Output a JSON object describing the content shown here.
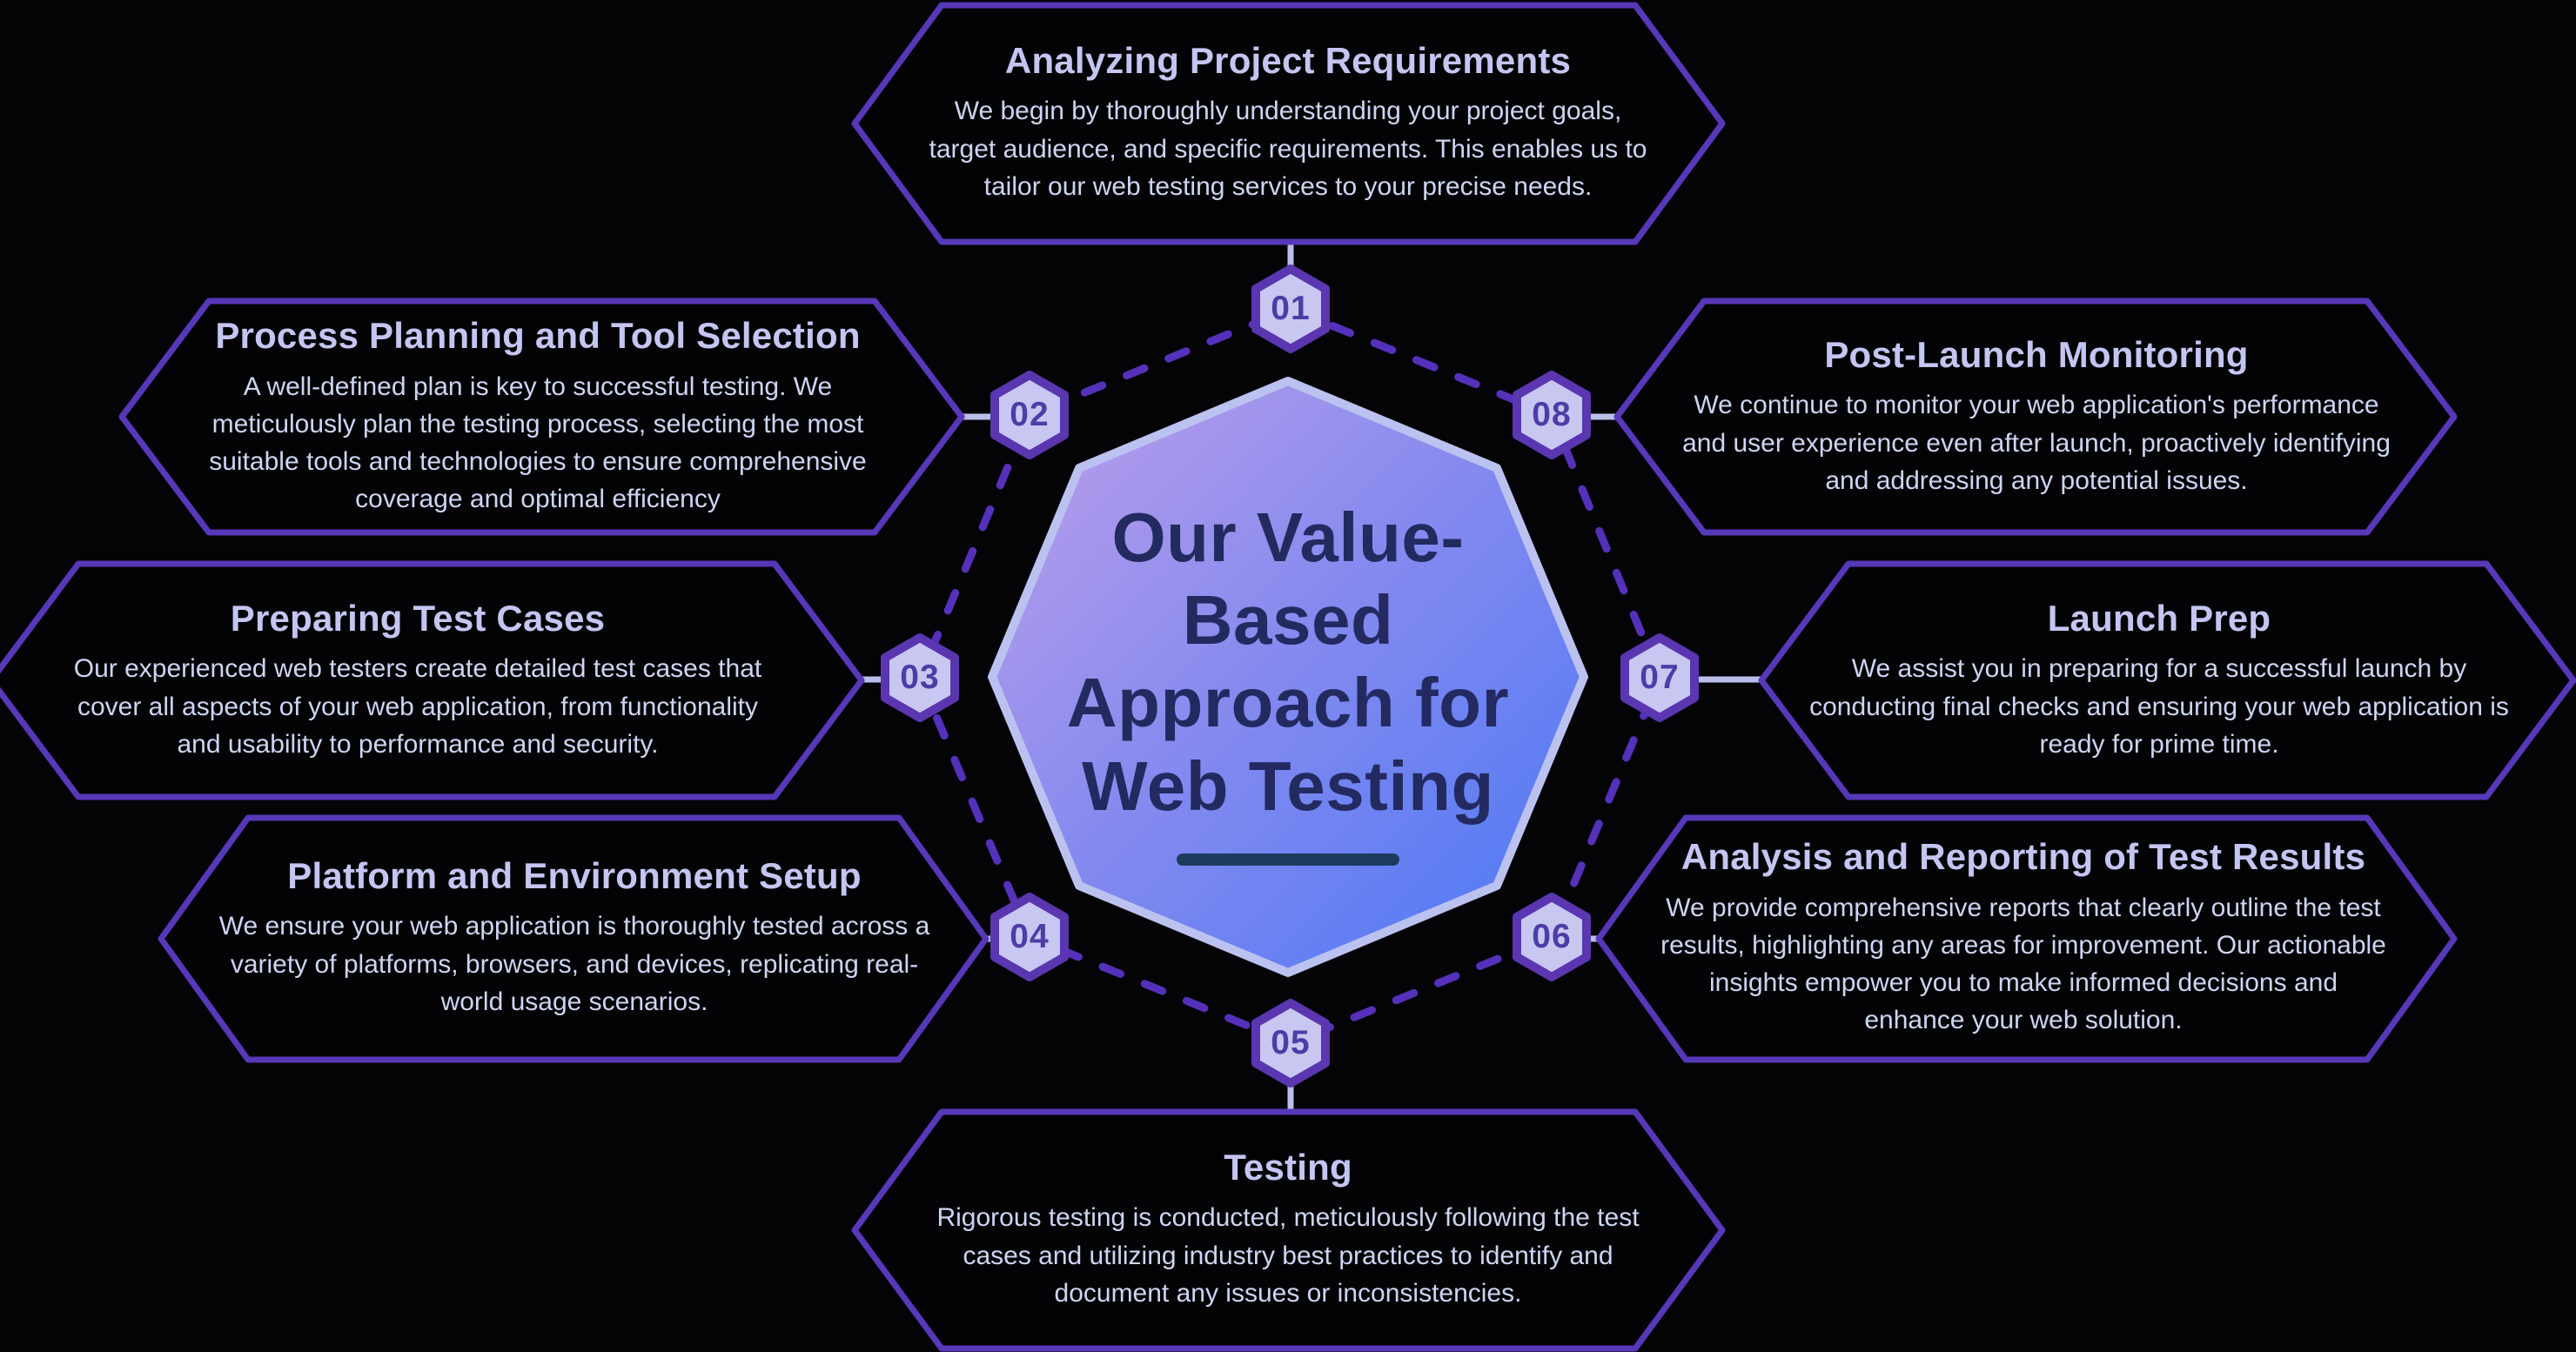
{
  "diagram": {
    "center": {
      "title": "Our Value-Based Approach for Web Testing",
      "lines": [
        "Our Value-",
        "Based",
        "Approach for",
        "Web Testing"
      ]
    },
    "steps": [
      {
        "number": "01",
        "title": "Analyzing Project Requirements",
        "description": "We begin by thoroughly understanding your project goals, target audience, and specific requirements. This enables us to tailor our web testing services to your precise needs."
      },
      {
        "number": "02",
        "title": "Process Planning and Tool Selection",
        "description": "A well-defined plan is key to successful testing. We meticulously plan the testing process, selecting the most suitable tools and technologies to ensure comprehensive coverage and optimal efficiency"
      },
      {
        "number": "03",
        "title": "Preparing Test Cases",
        "description": "Our experienced web testers create detailed test cases that cover all aspects of your web application, from functionality and usability to performance and security."
      },
      {
        "number": "04",
        "title": "Platform and Environment Setup",
        "description": "We ensure your web application is thoroughly tested across a variety of platforms, browsers, and devices, replicating real-world usage scenarios."
      },
      {
        "number": "05",
        "title": "Testing",
        "description": "Rigorous testing is conducted, meticulously following the test cases and utilizing industry best practices to identify and document any issues or inconsistencies."
      },
      {
        "number": "06",
        "title": "Analysis and Reporting of Test Results",
        "description": "We provide comprehensive reports that clearly outline the test results, highlighting any areas for improvement. Our actionable insights empower you to make informed decisions and enhance your web solution."
      },
      {
        "number": "07",
        "title": "Launch Prep",
        "description": "We assist you in preparing for a successful launch by conducting final checks and ensuring your web application is ready for prime time."
      },
      {
        "number": "08",
        "title": "Post-Launch Monitoring",
        "description": "We continue to monitor your web application's performance and user experience even after launch, proactively identifying and addressing any potential issues."
      }
    ],
    "colors": {
      "background": "#040407",
      "box_border": "#5638b8",
      "box_title_text": "#c4c5f1",
      "box_body_text": "#ced5f2",
      "badge_fill": "#c8c7f1",
      "badge_border": "#5a36b0",
      "badge_number_text": "#4e3da6",
      "dashed_ring": "#5531bb",
      "connector_line": "#b9bee9",
      "octagon_gradient_start": "#bfa0ea",
      "octagon_gradient_mid": "#8289ef",
      "octagon_gradient_end": "#4a78f5",
      "octagon_border": "#bcc2f0",
      "center_text": "#232a60",
      "center_underline": "#1c3c5e"
    }
  }
}
